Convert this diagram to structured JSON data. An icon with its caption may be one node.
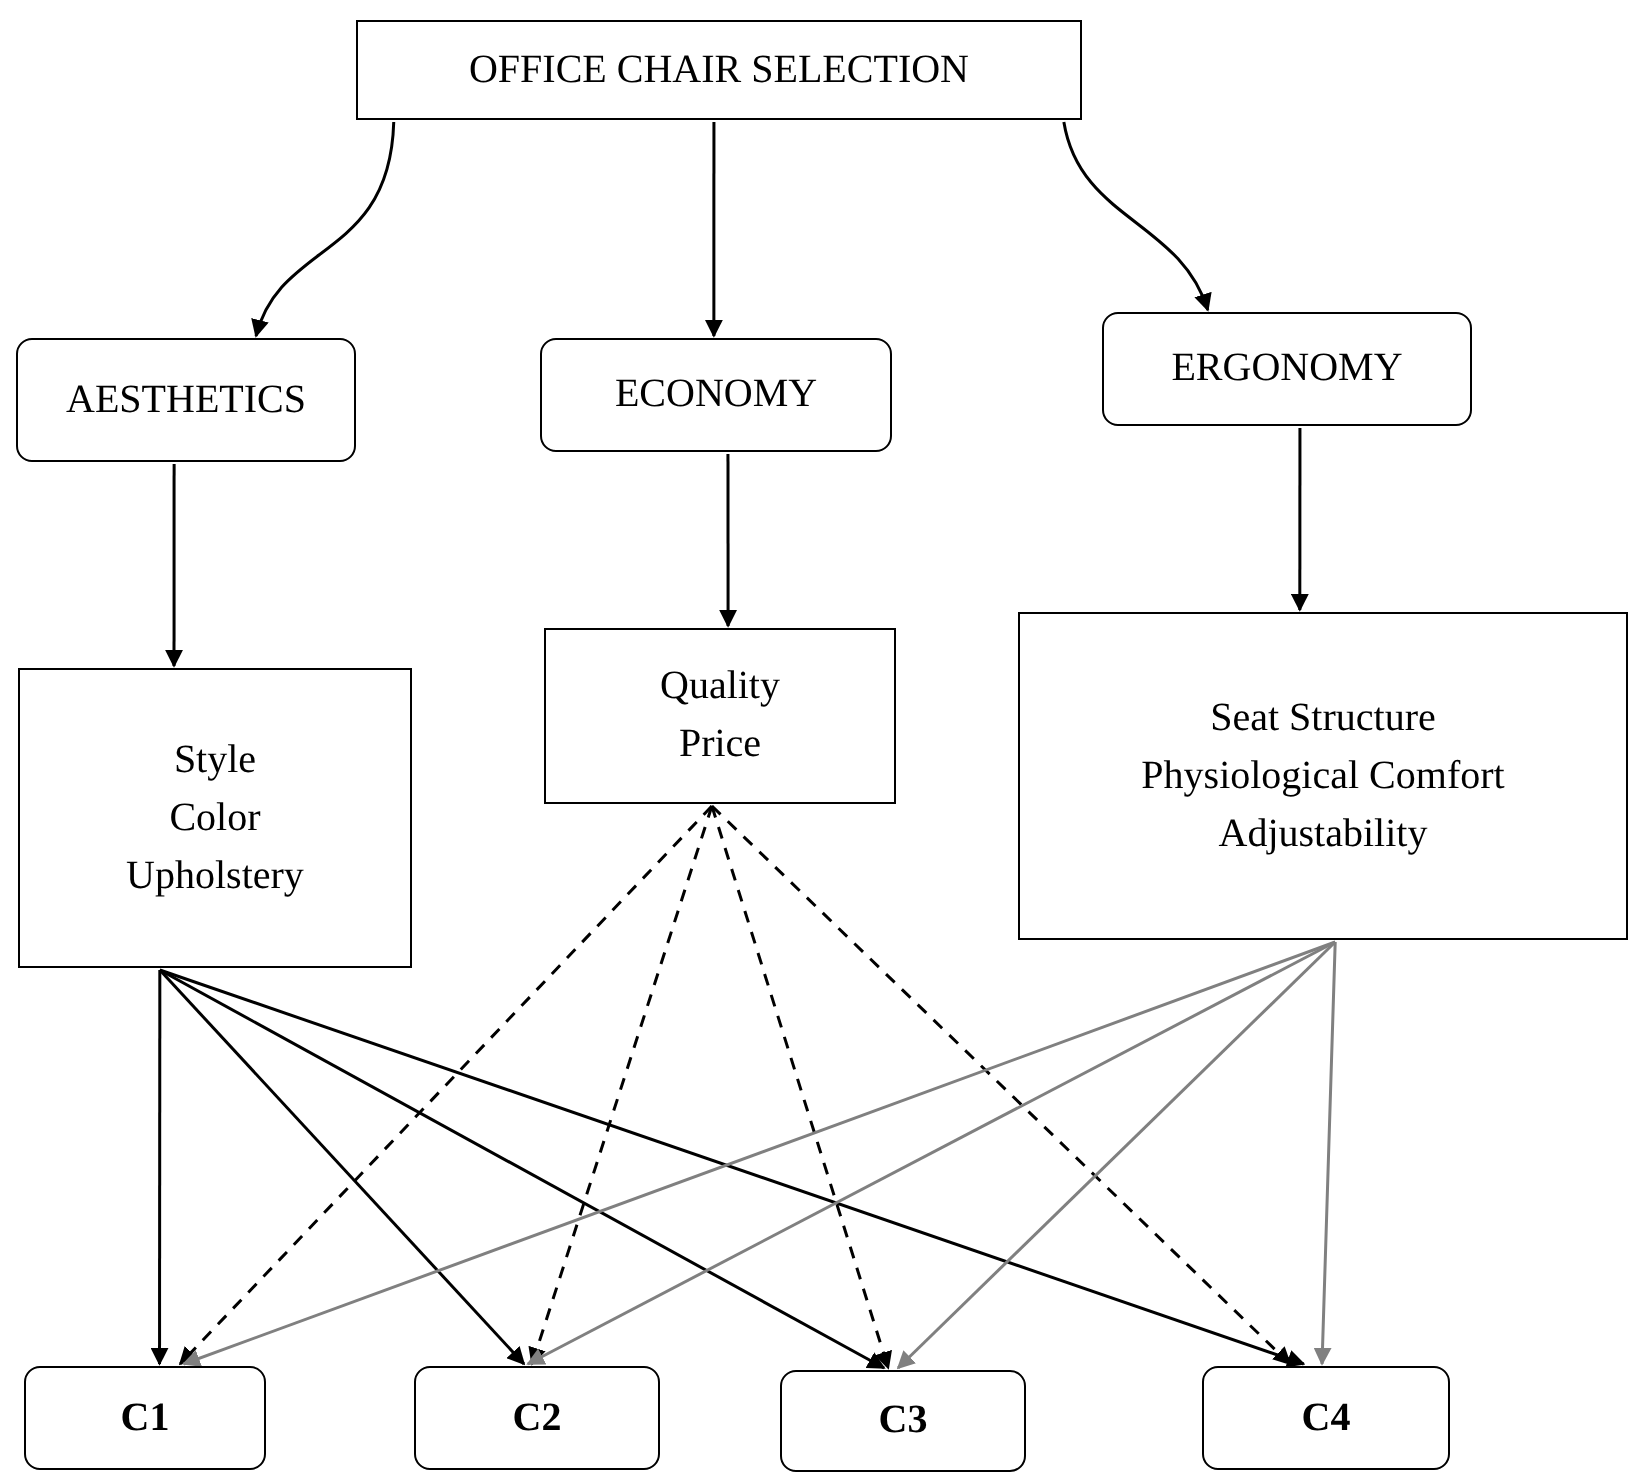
{
  "diagram": {
    "nodes": [
      {
        "text": [
          "OFFICE CHAIR SELECTION"
        ]
      },
      {
        "text": [
          "AESTHETICS"
        ]
      },
      {
        "text": [
          "ECONOMY"
        ]
      },
      {
        "text": [
          "ERGONOMY"
        ]
      },
      {
        "text": [
          "Style",
          "Color",
          "Upholstery"
        ]
      },
      {
        "text": [
          "Quality",
          "Price"
        ]
      },
      {
        "text": [
          "Seat Structure",
          "Physiological Comfort",
          "Adjustability"
        ]
      },
      {
        "text": [
          "C1"
        ]
      },
      {
        "text": [
          "C2"
        ]
      },
      {
        "text": [
          "C3"
        ]
      },
      {
        "text": [
          "C4"
        ]
      }
    ],
    "edges": [
      {
        "from": 0,
        "to": 1,
        "arrow": "to"
      },
      {
        "from": 0,
        "to": 2,
        "arrow": "to"
      },
      {
        "from": 0,
        "to": 3,
        "arrow": "to"
      },
      {
        "from": 1,
        "to": 4,
        "arrow": "to"
      },
      {
        "from": 2,
        "to": 5,
        "arrow": "to"
      },
      {
        "from": 3,
        "to": 6,
        "arrow": "to"
      },
      {
        "from": 4,
        "to": 7,
        "arrow": "to"
      },
      {
        "from": 4,
        "to": 8,
        "arrow": "to"
      },
      {
        "from": 4,
        "to": 9,
        "arrow": "to"
      },
      {
        "from": 4,
        "to": 10,
        "arrow": "to"
      },
      {
        "from": 5,
        "to": 7,
        "arrow": "to",
        "style": "dashed"
      },
      {
        "from": 5,
        "to": 8,
        "arrow": "to",
        "style": "dashed"
      },
      {
        "from": 5,
        "to": 9,
        "arrow": "to",
        "style": "dashed"
      },
      {
        "from": 5,
        "to": 10,
        "arrow": "to",
        "style": "dashed"
      },
      {
        "from": 6,
        "to": 7,
        "arrow": "to",
        "color": "#808080"
      },
      {
        "from": 6,
        "to": 8,
        "arrow": "to",
        "color": "#808080"
      },
      {
        "from": 6,
        "to": 9,
        "arrow": "to",
        "color": "#808080"
      },
      {
        "from": 6,
        "to": 10,
        "arrow": "to",
        "color": "#808080"
      }
    ]
  }
}
